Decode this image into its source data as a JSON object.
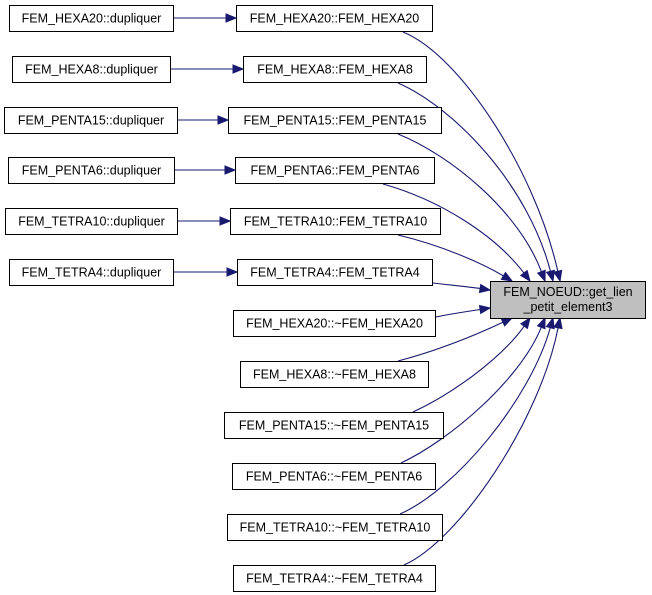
{
  "graph": {
    "title": "Caller graph of FEM_NOEUD::get_lien_petit_element3",
    "edge_color": "#191970",
    "target": {
      "id": "target",
      "lines": [
        "FEM_NOEUD::get_lien",
        "_petit_element3"
      ],
      "fill": "#bfbfbf"
    },
    "callers": [
      {
        "id": "hexa20_ctor",
        "label": "FEM_HEXA20::FEM_HEXA20",
        "calls": "target"
      },
      {
        "id": "hexa8_ctor",
        "label": "FEM_HEXA8::FEM_HEXA8",
        "calls": "target"
      },
      {
        "id": "penta15_ctor",
        "label": "FEM_PENTA15::FEM_PENTA15",
        "calls": "target"
      },
      {
        "id": "penta6_ctor",
        "label": "FEM_PENTA6::FEM_PENTA6",
        "calls": "target"
      },
      {
        "id": "tetra10_ctor",
        "label": "FEM_TETRA10::FEM_TETRA10",
        "calls": "target"
      },
      {
        "id": "tetra4_ctor",
        "label": "FEM_TETRA4::FEM_TETRA4",
        "calls": "target"
      },
      {
        "id": "hexa20_dtor",
        "label": "FEM_HEXA20::~FEM_HEXA20",
        "calls": "target"
      },
      {
        "id": "hexa8_dtor",
        "label": "FEM_HEXA8::~FEM_HEXA8",
        "calls": "target"
      },
      {
        "id": "penta15_dtor",
        "label": "FEM_PENTA15::~FEM_PENTA15",
        "calls": "target"
      },
      {
        "id": "penta6_dtor",
        "label": "FEM_PENTA6::~FEM_PENTA6",
        "calls": "target"
      },
      {
        "id": "tetra10_dtor",
        "label": "FEM_TETRA10::~FEM_TETRA10",
        "calls": "target"
      },
      {
        "id": "tetra4_dtor",
        "label": "FEM_TETRA4::~FEM_TETRA4",
        "calls": "target"
      }
    ],
    "second_level": [
      {
        "id": "hexa20_dupl",
        "label": "FEM_HEXA20::dupliquer",
        "calls": "hexa20_ctor"
      },
      {
        "id": "hexa8_dupl",
        "label": "FEM_HEXA8::dupliquer",
        "calls": "hexa8_ctor"
      },
      {
        "id": "penta15_dupl",
        "label": "FEM_PENTA15::dupliquer",
        "calls": "penta15_ctor"
      },
      {
        "id": "penta6_dupl",
        "label": "FEM_PENTA6::dupliquer",
        "calls": "penta6_ctor"
      },
      {
        "id": "tetra10_dupl",
        "label": "FEM_TETRA10::dupliquer",
        "calls": "tetra10_ctor"
      },
      {
        "id": "tetra4_dupl",
        "label": "FEM_TETRA4::dupliquer",
        "calls": "tetra4_ctor"
      }
    ]
  }
}
